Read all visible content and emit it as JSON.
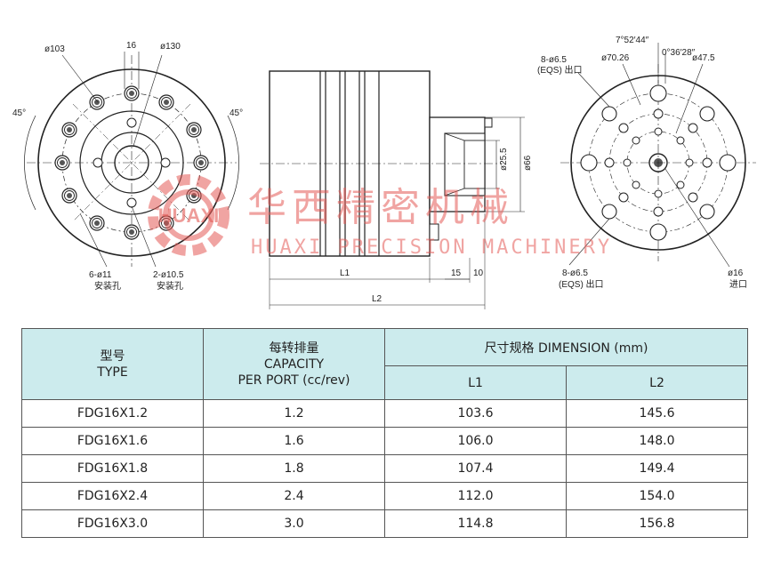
{
  "drawing": {
    "left_view": {
      "phi103": "ø103",
      "dim16": "16",
      "phi130": "ø130",
      "angle_left": "45°",
      "angle_right": "45°",
      "holes_a": "6-ø11",
      "holes_a_cn": "安装孔",
      "holes_b": "2-ø10.5",
      "holes_b_cn": "安装孔"
    },
    "side_view": {
      "phi255": "ø25.5",
      "phi66": "ø66",
      "dim15": "15",
      "dim10": "10",
      "L1": "L1",
      "L2": "L2"
    },
    "right_view": {
      "angle1": "7°52′44″",
      "angle2": "0°36′28″",
      "port_top": "8-ø6.5",
      "port_top_cn": "(EQS) 出口",
      "phi7026": "ø70.26",
      "phi475": "ø47.5",
      "port_bottom": "8-ø6.5",
      "port_bottom_cn": "(EQS) 出口",
      "phi16": "ø16",
      "inlet_cn": "进口"
    },
    "watermark": {
      "logo_text": "HUAXI",
      "cn": "华西精密机械",
      "en": "HUAXI PRECISION MACHINERY"
    }
  },
  "table": {
    "type_cn": "型号",
    "type_en": "TYPE",
    "capacity_cn": "每转排量",
    "capacity_en1": "CAPACITY",
    "capacity_en2": "PER PORT  (cc/rev)",
    "dimension_header": "尺寸规格 DIMENSION  (mm)",
    "col_l1": "L1",
    "col_l2": "L2",
    "rows": [
      {
        "type": "FDG16X1.2",
        "capacity": "1.2",
        "l1": "103.6",
        "l2": "145.6"
      },
      {
        "type": "FDG16X1.6",
        "capacity": "1.6",
        "l1": "106.0",
        "l2": "148.0"
      },
      {
        "type": "FDG16X1.8",
        "capacity": "1.8",
        "l1": "107.4",
        "l2": "149.4"
      },
      {
        "type": "FDG16X2.4",
        "capacity": "2.4",
        "l1": "112.0",
        "l2": "154.0"
      },
      {
        "type": "FDG16X3.0",
        "capacity": "3.0",
        "l1": "114.8",
        "l2": "156.8"
      }
    ]
  }
}
